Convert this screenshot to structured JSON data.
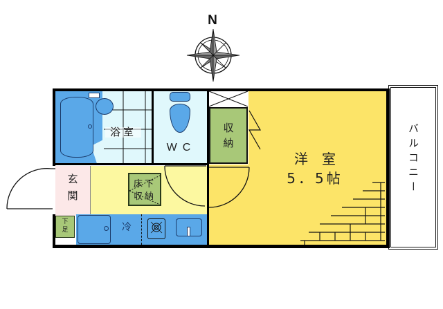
{
  "compass": {
    "label": "N"
  },
  "rooms": {
    "bathroom": {
      "label": "浴室",
      "color": "#e0f8fc"
    },
    "bath_unit": {
      "color": "#5aa8e8"
    },
    "wc": {
      "label": "WC",
      "color": "#e0f8fc"
    },
    "closet": {
      "label_line1": "収",
      "label_line2": "納",
      "color": "#a8c878"
    },
    "western_room": {
      "label": "洋　室",
      "size": "5．5帖",
      "color": "#fce468"
    },
    "entrance": {
      "label_line1": "玄",
      "label_line2": "関",
      "color": "#fce8e8"
    },
    "corridor_kitchen": {
      "color": "#fcf8a0"
    },
    "underfloor_storage": {
      "label_line1": "床下",
      "label_line2": "収納",
      "color": "#a8c878"
    },
    "shoe_box": {
      "label_line1": "下",
      "label_line2": "足",
      "color": "#a8c878"
    },
    "kitchen_counter": {
      "color": "#5aa8e8"
    },
    "fridge": {
      "label": "冷"
    },
    "balcony": {
      "label": "バルコニー",
      "color": "#ffffff"
    }
  },
  "colors": {
    "wall": "#000000",
    "fixture_blue": "#5aa8e8",
    "fixture_outline": "#1a3a6a"
  }
}
